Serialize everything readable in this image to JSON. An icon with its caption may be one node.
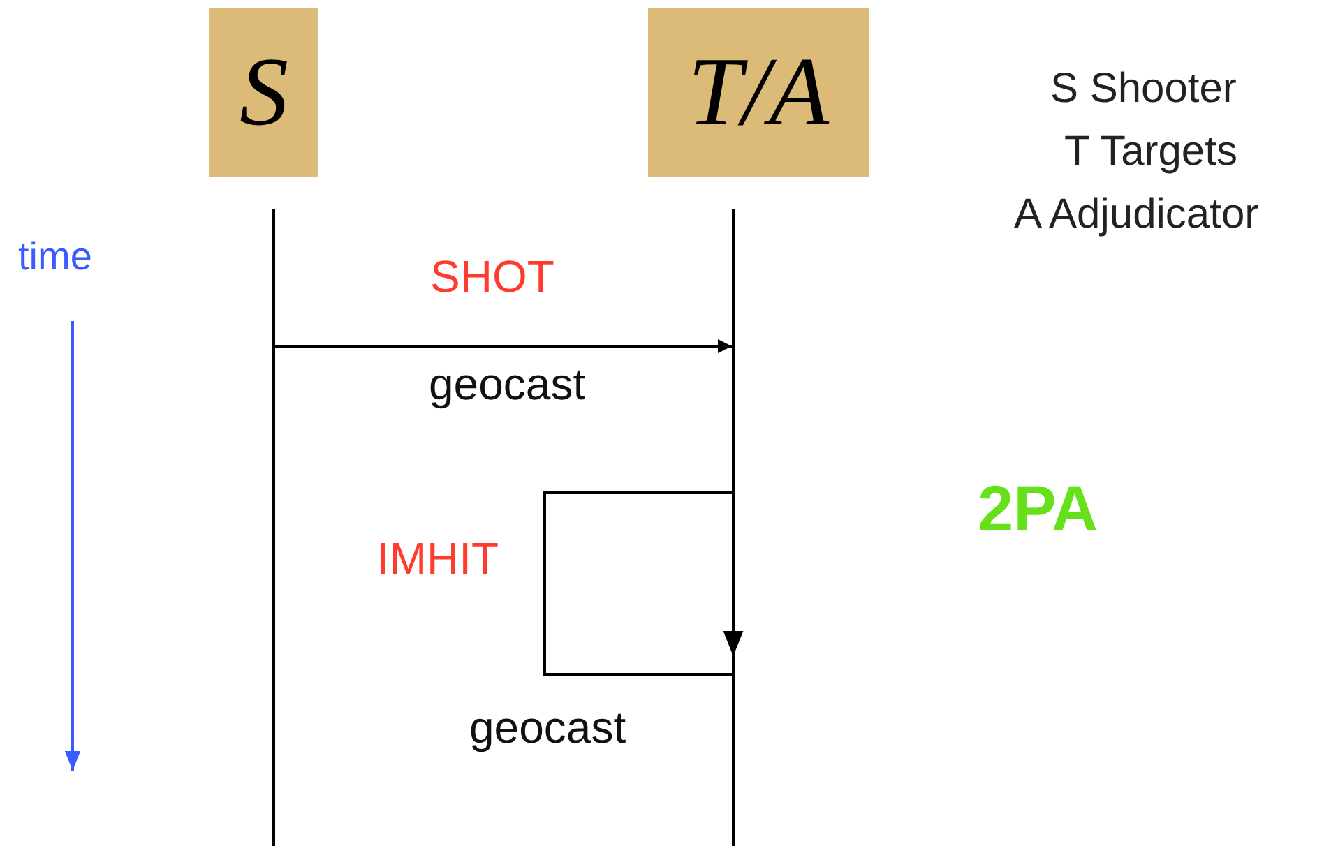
{
  "diagram": {
    "nodes": [
      {
        "text": [
          "S"
        ]
      },
      {
        "text": [
          "T/A"
        ]
      },
      {
        "text": [],
        "shape": "bar"
      },
      {
        "text": [],
        "shape": "bar"
      }
    ],
    "edges": [
      {
        "from": 2,
        "to": 3,
        "arrow": "to",
        "label": "SHOT"
      },
      {
        "from": 3,
        "to": 3,
        "arrow": "to",
        "label": "IMHIT"
      }
    ],
    "labels": [
      "time",
      "geocast",
      "geocast",
      "S Shooter",
      "T Targets",
      "A Adjudicator",
      "2PA"
    ]
  }
}
